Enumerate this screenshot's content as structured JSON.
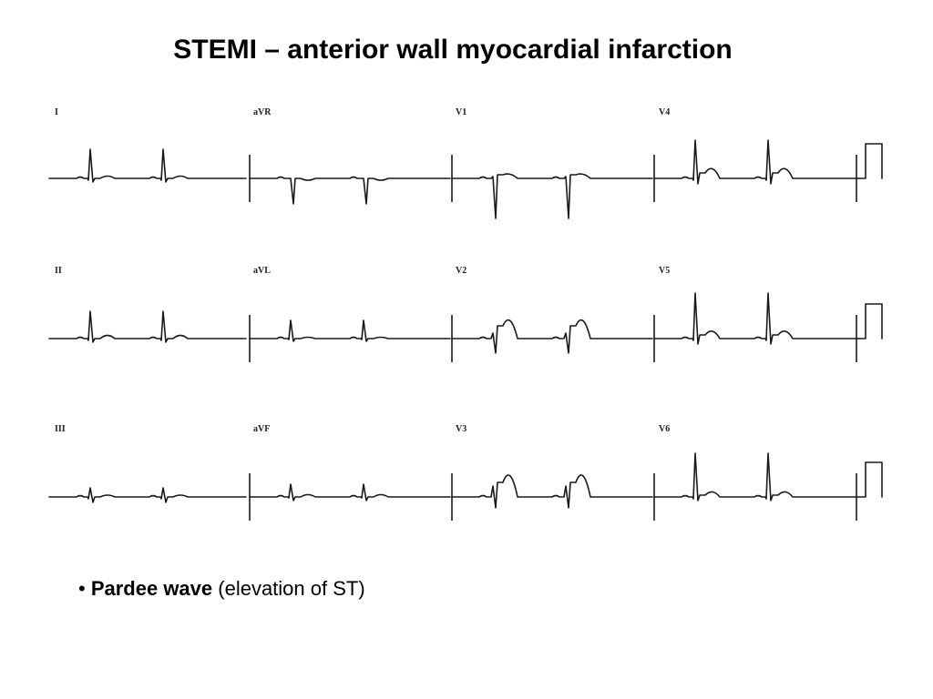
{
  "slide": {
    "title": "STEMI – anterior wall myocardial infarction"
  },
  "ecg": {
    "rows": [
      {
        "leads": [
          "I",
          "aVR",
          "V1",
          "V4"
        ]
      },
      {
        "leads": [
          "II",
          "aVL",
          "V2",
          "V5"
        ]
      },
      {
        "leads": [
          "III",
          "aVF",
          "V3",
          "V6"
        ]
      }
    ],
    "stroke_color": "#1a1a1a"
  },
  "bullet": {
    "symbol": "•",
    "term": "Pardee wave",
    "description": "(elevation of ST)"
  }
}
